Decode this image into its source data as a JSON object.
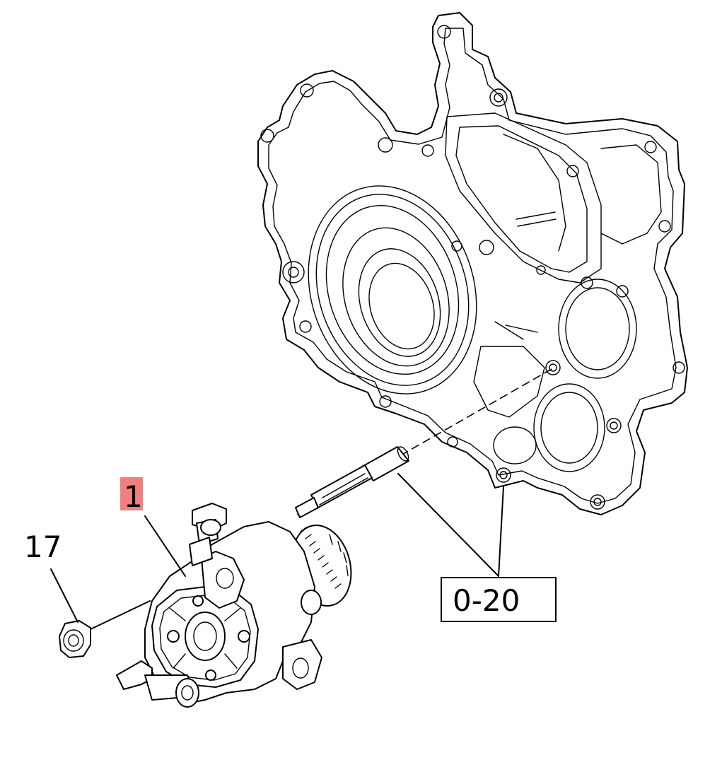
{
  "callouts": {
    "part_1": "1",
    "part_17": "17",
    "ref_group": "0-20"
  },
  "colors": {
    "highlight": "#f08080",
    "line": "#000000",
    "background": "#ffffff"
  }
}
